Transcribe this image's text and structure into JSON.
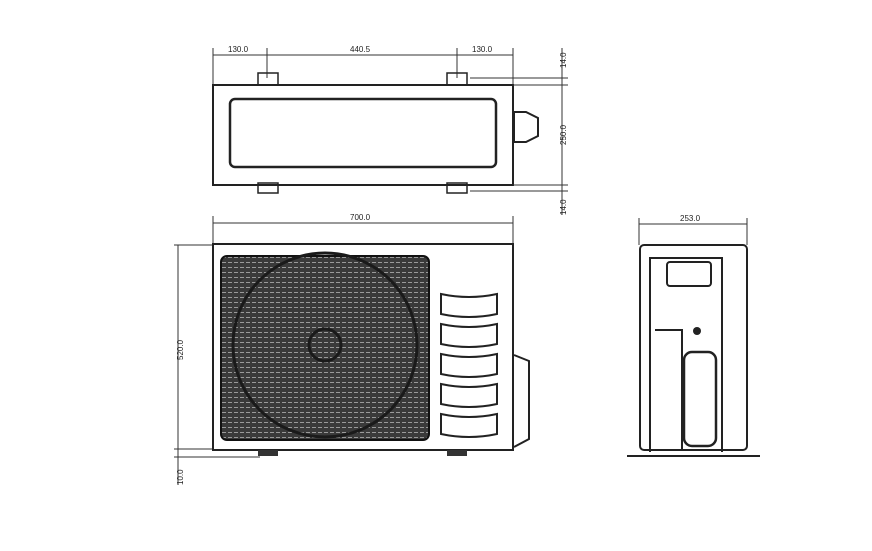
{
  "drawing": {
    "top_view": {
      "dims": {
        "left_offset": "130.0",
        "hole_spacing": "440.5",
        "right_offset": "130.0",
        "top_margin": "14.0",
        "depth": "250.0",
        "bottom_margin": "14.0"
      }
    },
    "front_view": {
      "dims": {
        "width": "700.0",
        "height": "520.0",
        "foot_height": "10.0"
      },
      "louver_count": 5
    },
    "side_view": {
      "dims": {
        "depth": "253.0"
      }
    },
    "colors": {
      "line": "#222222",
      "grille": "#3a3a3a",
      "background": "#ffffff"
    }
  }
}
